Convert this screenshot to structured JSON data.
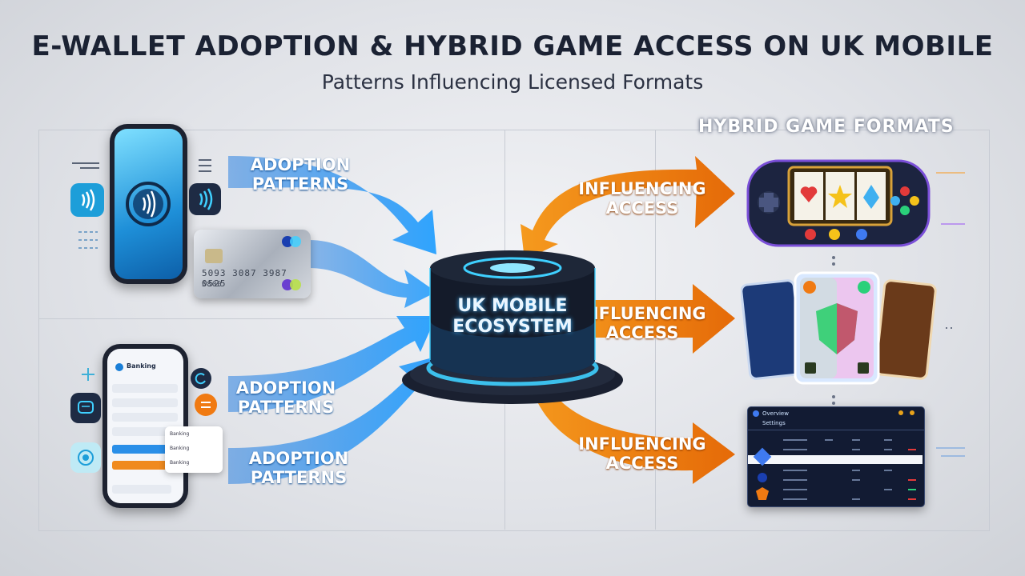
{
  "header": {
    "title": "E-WALLET ADOPTION & HYBRID GAME ACCESS ON UK MOBILE",
    "subtitle": "Patterns Influencing Licensed Formats"
  },
  "hub": {
    "label_line1": "UK MOBILE",
    "label_line2": "ECOSYSTEM"
  },
  "adoption_labels": [
    {
      "line1": "ADOPTION",
      "line2": "PATTERNS"
    },
    {
      "line1": "ADOPTION",
      "line2": "PATTERNS"
    },
    {
      "line1": "ADOPTION",
      "line2": "PATTERNS"
    }
  ],
  "access_labels": [
    {
      "line1": "INFLUENCING",
      "line2": "ACCESS"
    },
    {
      "line1": "INFLUENCING",
      "line2": "ACCESS"
    },
    {
      "line1": "INFLUENCING",
      "line2": "ACCESS"
    }
  ],
  "formats_title": "HYBRID GAME FORMATS",
  "card": {
    "number": "5093 3087 3987 0525",
    "sub": "5800"
  },
  "banking_app": {
    "title": "Banking",
    "popup_items": [
      "Banking",
      "Banking",
      "Banking"
    ]
  },
  "dashboard": {
    "title": "Overview",
    "tab": "Settings"
  },
  "colors": {
    "blue_flow": "#1f8ff0",
    "orange_flow": "#f07a12",
    "hub_glow": "#3fd0ff",
    "title": "#1b2233"
  }
}
